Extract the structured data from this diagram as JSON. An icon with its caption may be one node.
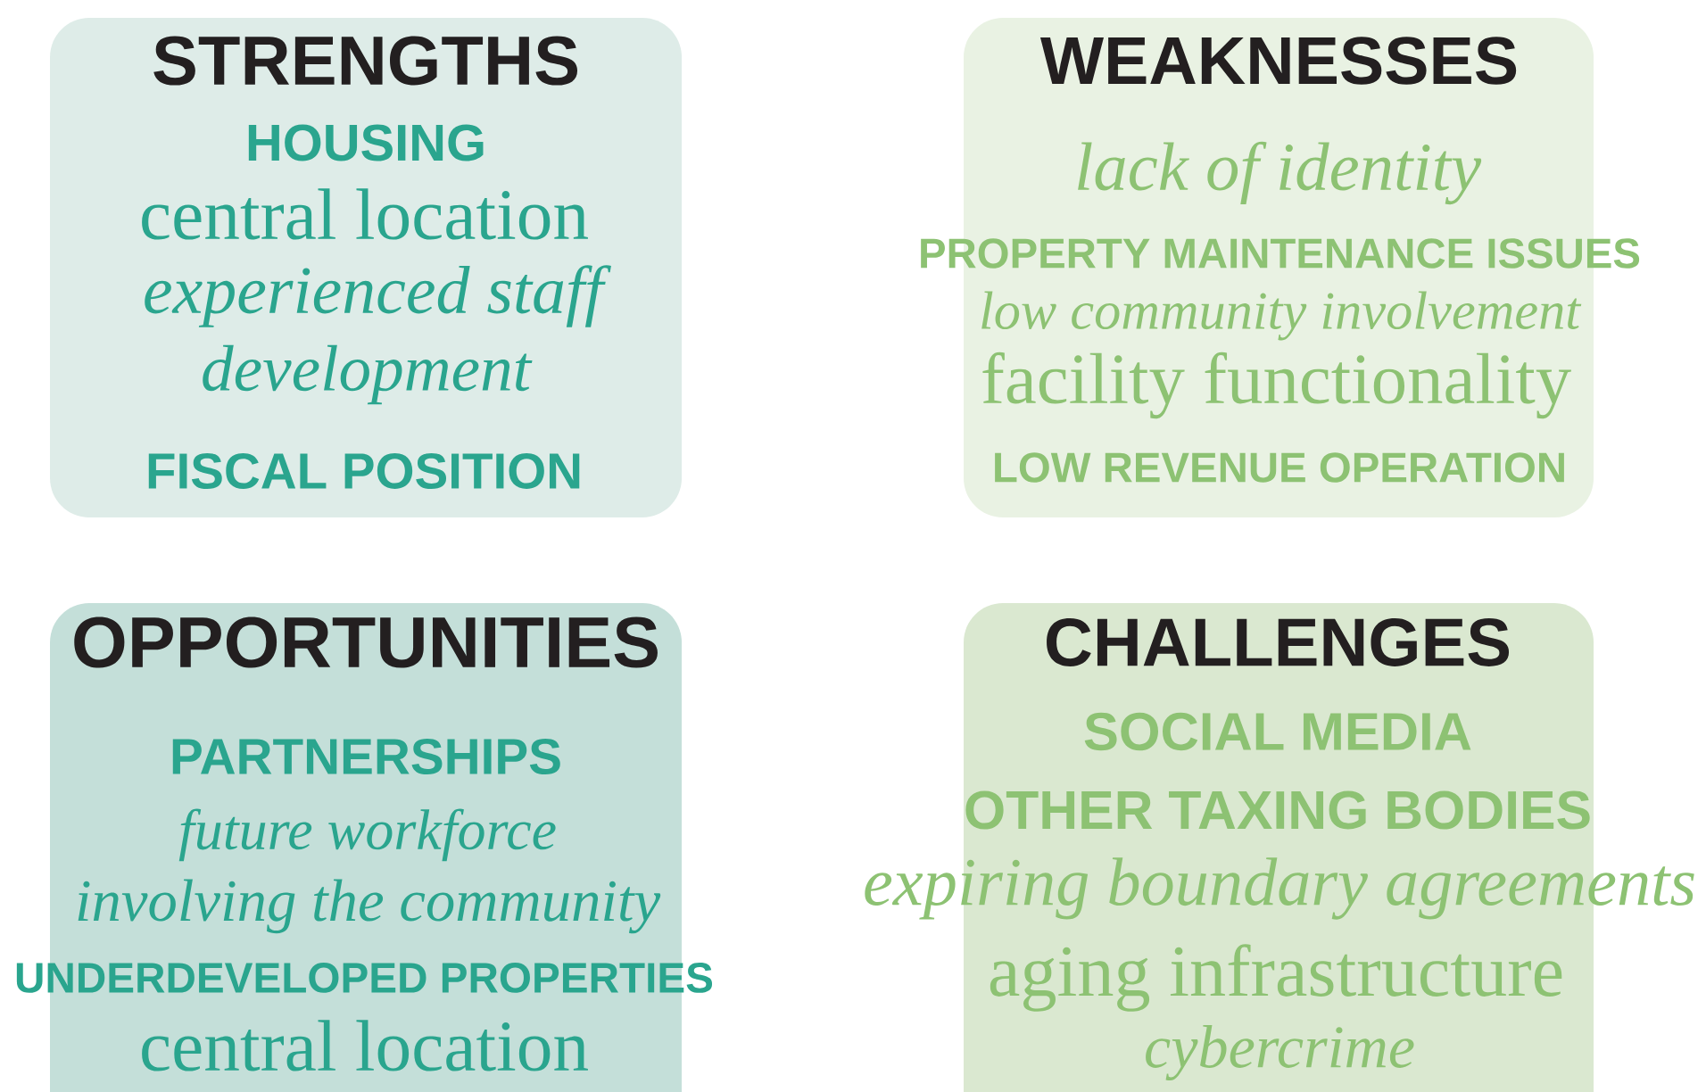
{
  "diagram": {
    "nodes": [
      {
        "text": [
          "STRENGTHS",
          "HOUSING",
          "central location",
          "experienced staff",
          "development",
          "FISCAL POSITION"
        ]
      },
      {
        "text": [
          "WEAKNESSES",
          "lack of identity",
          "PROPERTY MAINTENANCE ISSUES",
          "low community involvement",
          "facility functionality",
          "LOW REVENUE OPERATION"
        ]
      },
      {
        "text": [
          "OPPORTUNITIES",
          "PARTNERSHIPS",
          "future workforce",
          "involving the community",
          "UNDERDEVELOPED PROPERTIES",
          "central location"
        ]
      },
      {
        "text": [
          "CHALLENGES",
          "SOCIAL MEDIA",
          "OTHER TAXING BODIES",
          "expiring boundary agreements",
          "aging infrastructure",
          "cybercrime"
        ]
      }
    ]
  }
}
